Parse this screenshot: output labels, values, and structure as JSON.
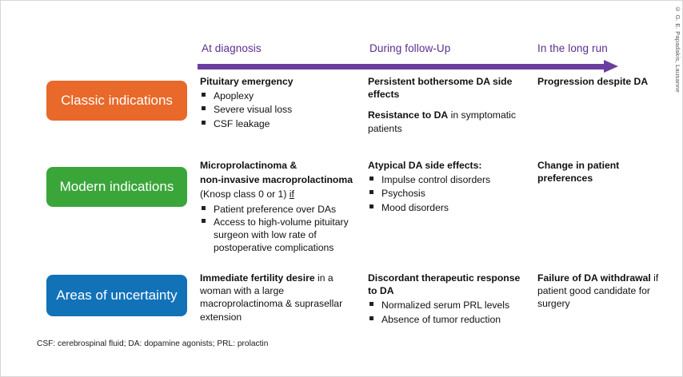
{
  "timeline": {
    "phases": [
      {
        "label": "At diagnosis"
      },
      {
        "label": "During follow-Up"
      },
      {
        "label": "In the long run"
      }
    ],
    "arrow_color": "#6B3FA0",
    "label_color": "#5B2D8E"
  },
  "rows": [
    {
      "category": "Classic indications",
      "color": "#E8692A",
      "cells": {
        "at_diagnosis": {
          "heading": "Pituitary emergency",
          "bullets": [
            "Apoplexy",
            "Severe visual loss",
            "CSF leakage"
          ]
        },
        "during_follow_up": {
          "heading": "Persistent bothersome DA side effects",
          "second_bold": "Resistance to DA",
          "second_rest": " in symptomatic patients"
        },
        "long_run": {
          "heading": "Progression despite DA"
        }
      }
    },
    {
      "category": "Modern indications",
      "color": "#3AA63A",
      "cells": {
        "at_diagnosis": {
          "heading_line1": "Microprolactinoma &",
          "heading_line2": "non-invasive macroprolactinoma",
          "subline_pre": "(Knosp class 0 or 1) ",
          "subline_underlined": "if",
          "bullets": [
            "Patient preference over DAs",
            "Access to high-volume pituitary surgeon with low rate of postoperative complications"
          ]
        },
        "during_follow_up": {
          "heading": "Atypical DA side effects:",
          "bullets": [
            "Impulse control disorders",
            "Psychosis",
            "Mood disorders"
          ]
        },
        "long_run": {
          "heading": "Change in patient preferences"
        }
      }
    },
    {
      "category": "Areas of uncertainty",
      "color": "#1272B8",
      "cells": {
        "at_diagnosis": {
          "bold": "Immediate fertility desire",
          "rest": " in a woman with a large macroprolactinoma & suprasellar extension"
        },
        "during_follow_up": {
          "heading": "Discordant therapeutic response to DA",
          "bullets": [
            "Normalized serum PRL levels",
            "Absence of tumor reduction"
          ]
        },
        "long_run": {
          "bold": "Failure of DA withdrawal",
          "rest": " if patient good candidate for surgery"
        }
      }
    }
  ],
  "footnote": "CSF: cerebrospinal fluid; DA: dopamine agonists; PRL: prolactin",
  "copyright": "© G. E. Papadakis, Lausanne"
}
